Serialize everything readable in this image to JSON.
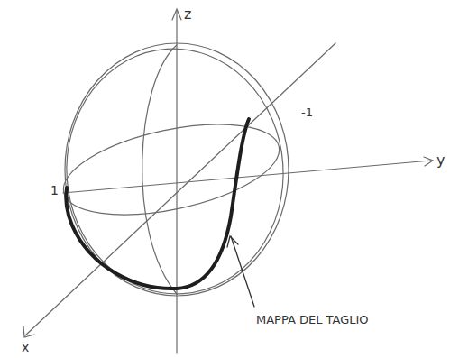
{
  "diagram": {
    "labels": [
      "z",
      "y",
      "x",
      "1",
      "-1",
      "MAPPA DEL TAGLIO"
    ]
  }
}
